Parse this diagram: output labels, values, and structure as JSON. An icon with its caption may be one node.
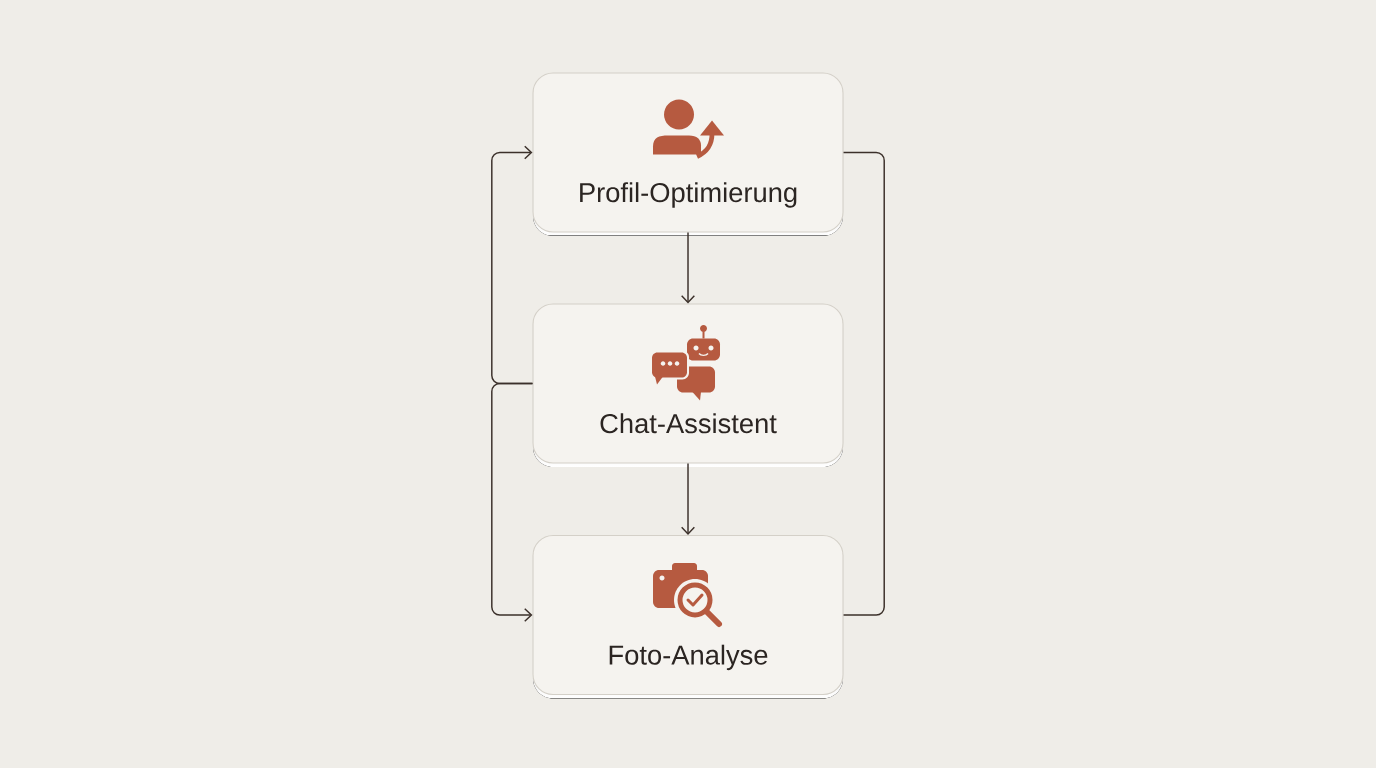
{
  "diagram": {
    "nodes": [
      {
        "text": [
          "Profil-Optimierung"
        ]
      },
      {
        "text": [
          "Chat-Assistent"
        ]
      },
      {
        "text": [
          "Foto-Analyse"
        ]
      }
    ],
    "edges": [
      {
        "from": 0,
        "to": 1,
        "arrow": "to"
      },
      {
        "from": 1,
        "to": 2,
        "arrow": "to"
      },
      {
        "from": 1,
        "to": 0,
        "arrow": "to"
      },
      {
        "from": 1,
        "to": 2,
        "arrow": "to"
      },
      {
        "from": 0,
        "to": 2,
        "arrow": "none"
      }
    ]
  }
}
